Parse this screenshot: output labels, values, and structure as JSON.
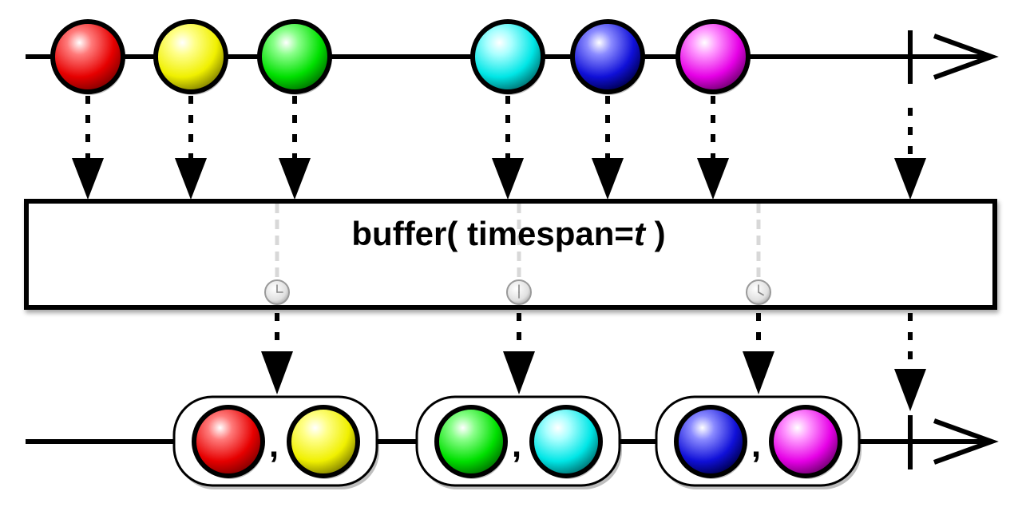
{
  "operator": {
    "name": "buffer( timespan=",
    "param": "t",
    "close": " )"
  },
  "input_stream": {
    "marbles": [
      {
        "color": "#ff1a1a",
        "name": "red-marble"
      },
      {
        "color": "#ffff1a",
        "name": "yellow-marble"
      },
      {
        "color": "#1aff1a",
        "name": "green-marble"
      },
      {
        "color": "#1affff",
        "name": "cyan-marble"
      },
      {
        "color": "#1a1aff",
        "name": "blue-marble"
      },
      {
        "color": "#ff1aff",
        "name": "magenta-marble"
      }
    ],
    "completes": true
  },
  "output_stream": {
    "buffers": [
      {
        "items": [
          {
            "color": "#ff1a1a"
          },
          {
            "color": "#ffff1a"
          }
        ],
        "separator": ","
      },
      {
        "items": [
          {
            "color": "#1aff1a"
          },
          {
            "color": "#1affff"
          }
        ],
        "separator": ","
      },
      {
        "items": [
          {
            "color": "#1a1aff"
          },
          {
            "color": "#ff1aff"
          }
        ],
        "separator": ","
      }
    ],
    "completes": true
  },
  "timer_icons": [
    "clock-icon",
    "clock-icon",
    "clock-icon"
  ]
}
